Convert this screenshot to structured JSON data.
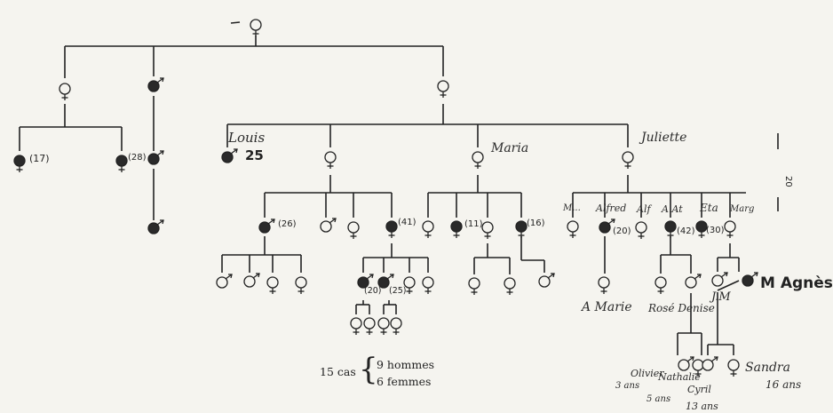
{
  "labels": {
    "n17": "(17)",
    "n28": "(28)",
    "louis": "Louis",
    "age25": "25",
    "maria": "Maria",
    "juliette": "Juliette",
    "scale_mark": "20",
    "n26": "(26)",
    "n41": "(41)",
    "n11": "(11)",
    "n16": "(16)",
    "mnom": "M...",
    "alfred": "Alfred",
    "alf": "Alf",
    "aat": "A.At",
    "eta": "Eta",
    "marg": "Marg",
    "n20a": "(20)",
    "n42": "(42)",
    "n30": "(30)",
    "n20b": "(20)",
    "n25": "(25)",
    "anne_marie": "A Marie",
    "rose_denise": "Rosé Denise",
    "jm": "J.M",
    "m_agnes": "M Agnès",
    "olivier": "Olivier",
    "olivier_age": "3 ans",
    "nathalie": "Nathalie",
    "nathalie_age": "5 ans",
    "cyril": "Cyril",
    "cyril_age": "13 ans",
    "sandra": "Sandra",
    "sandra_age": "16 ans"
  },
  "legend": {
    "cases": "15 cas",
    "men": "9 hommes",
    "women": "6 femmes"
  },
  "colors": {
    "ink": "#222222",
    "paper": "#f5f4ef",
    "affected_fill": "#2a2a2a"
  }
}
